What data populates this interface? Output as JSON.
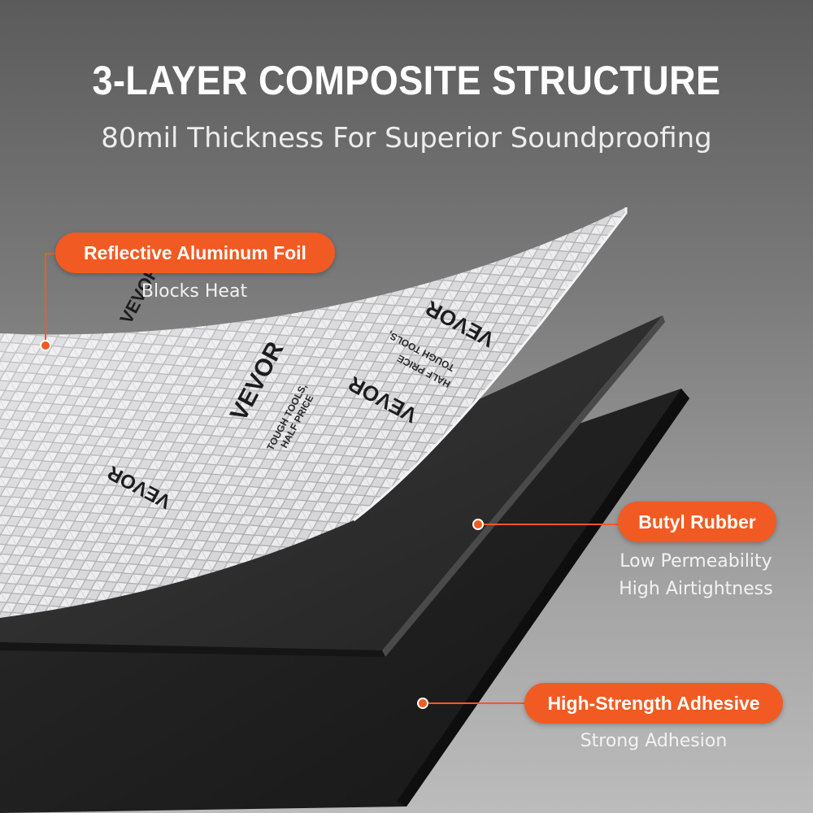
{
  "header": {
    "title": "3-LAYER COMPOSITE STRUCTURE",
    "subtitle": "80mil Thickness For Superior Soundproofing"
  },
  "layers": [
    {
      "label": "Reflective Aluminum Foil",
      "description": [
        "Blocks Heat"
      ]
    },
    {
      "label": "Butyl Rubber",
      "description": [
        "Low Permeability",
        "High Airtightness"
      ]
    },
    {
      "label": "High-Strength Adhesive",
      "description": [
        "Strong Adhesion"
      ]
    }
  ],
  "foil_print": {
    "brand": "VEVOR",
    "tagline_1": "TOUGH TOOLS,",
    "tagline_2": "HALF PRICE"
  },
  "colors": {
    "accent": "#F15A22",
    "title_text": "#FFFFFF",
    "subtitle_text": "#EDEDED",
    "description_text": "#F2F2F2",
    "background_top": "#5E5E5E",
    "background_bottom": "#B8B8B8",
    "foil": "#D9D9DC",
    "butyl": "#2B2B2B",
    "adhesive": "#1B1B1B"
  }
}
